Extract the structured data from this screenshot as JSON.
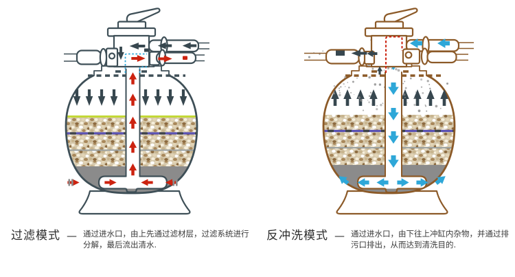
{
  "colors": {
    "steel": "#3e4f57",
    "brown": "#8c5a28",
    "red": "#cc2310",
    "cyan": "#2ea7d8",
    "dark": "#37474f",
    "green": "#c3d836",
    "purple": "#5b53b4",
    "grayzone": "#8b8b8b",
    "speck": "#8f8f8f",
    "page_bg": "#ffffff",
    "text": "#333333"
  },
  "filtration": {
    "title": "过滤模式",
    "dash": "—",
    "desc_line1": "通过进水口，由上先通过滤材层，过滤系统进行",
    "desc_line2": "分解，最后流出清水."
  },
  "backwash": {
    "title": "反冲洗模式",
    "dash": "—",
    "desc_line1": "通过进水口，由下往上冲缸内杂物，并通过排",
    "desc_line2": "污口排出，从而达到清洗目的."
  }
}
